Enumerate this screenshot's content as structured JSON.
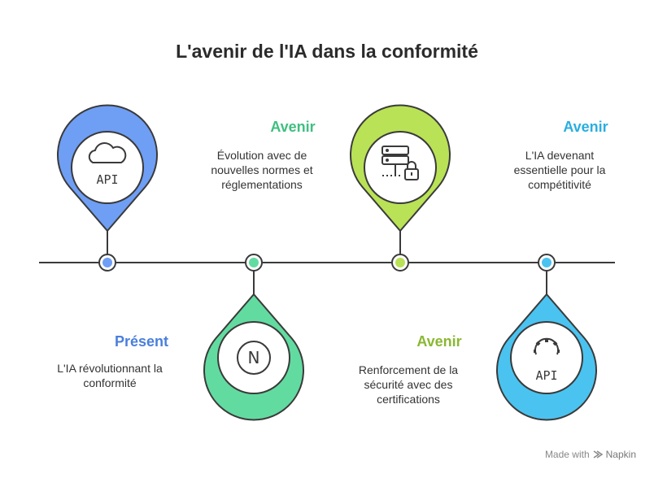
{
  "title": "L'avenir de l'IA dans la conformité",
  "colors": {
    "line": "#3a3a3a",
    "blue": "#6f9ef5",
    "green": "#62dba0",
    "lime": "#b9e256",
    "cyan": "#4bc3f0"
  },
  "milestones": [
    {
      "heading": "Présent",
      "heading_color": "#4a7fdc",
      "description": [
        "L'IA révolutionnant la",
        "conformité"
      ],
      "icon": "cloud-api-icon",
      "icon_label": "API"
    },
    {
      "heading": "Avenir",
      "heading_color": "#3fbf80",
      "description": [
        "Évolution avec de",
        "nouvelles normes et",
        "réglementations"
      ],
      "icon": "nextjs-icon",
      "icon_label": "N"
    },
    {
      "heading": "Avenir",
      "heading_color": "#8ab832",
      "description": [
        "Renforcement de la",
        "sécurité avec des",
        "certifications"
      ],
      "icon": "server-lock-icon",
      "icon_label": ""
    },
    {
      "heading": "Avenir",
      "heading_color": "#2aaee0",
      "description": [
        "L'IA devenant",
        "essentielle pour la",
        "compétitivité"
      ],
      "icon": "gear-api-icon",
      "icon_label": "API"
    }
  ],
  "credit": {
    "prefix": "Made with",
    "brand": "Napkin",
    "icon": "napkin-logo-icon"
  }
}
